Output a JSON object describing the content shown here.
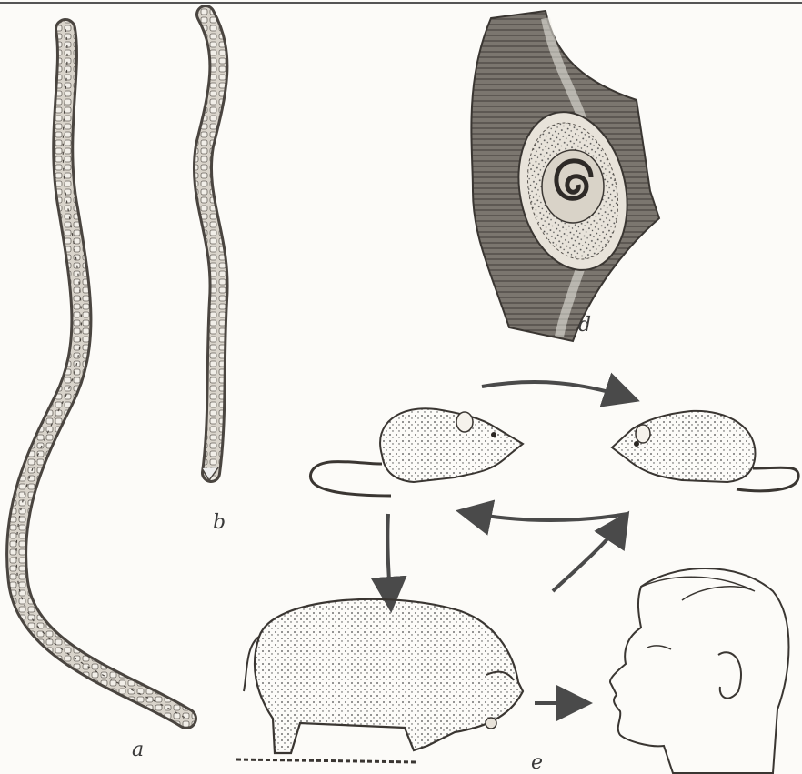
{
  "labels": {
    "a": "a",
    "b": "b",
    "d": "d",
    "e": "e"
  },
  "colors": {
    "ink": "#3a3a3a",
    "paper": "#fcfbf8",
    "muscle": "#6e6a64",
    "fill": "#cfcac1"
  }
}
